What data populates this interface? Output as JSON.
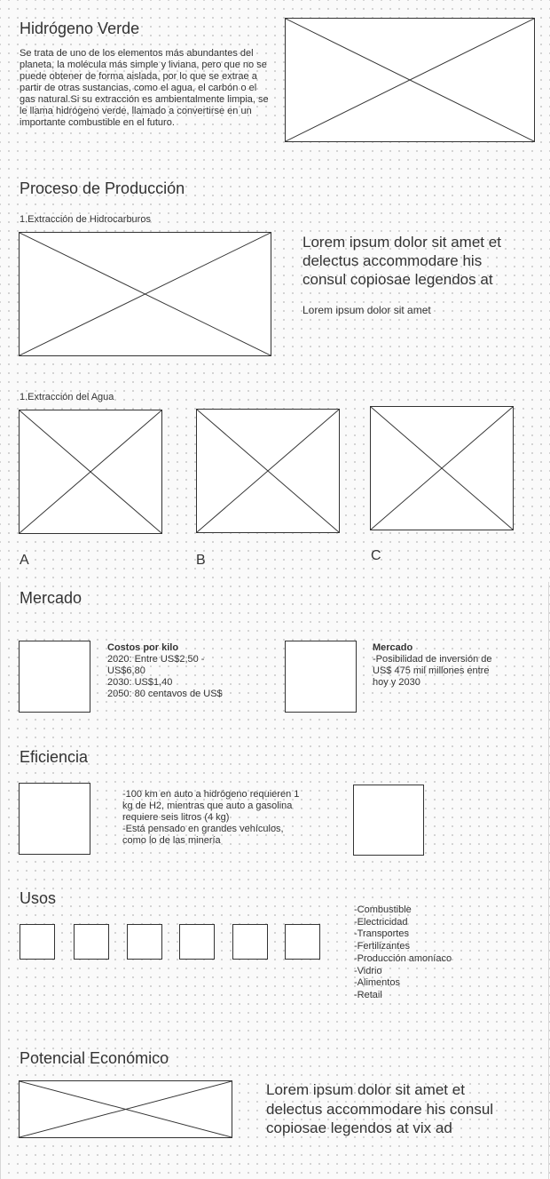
{
  "hero": {
    "title": "Hidrógeno Verde",
    "description": "Se trata de uno de los elementos más abundantes del planeta, la molécula más simple y liviana, pero que no se puede obtener de forma aislada, por lo que se extrae a partir de otras sustancias, como el agua, el carbón o el gas natural.Si su extracción es ambientalmente limpia, se le llama hidrógeno verde, llamado a convertirse en un importante combustible en el futuro."
  },
  "produccion": {
    "title": "Proceso de Producción",
    "step1_label": "1.Extracción de Hidrocarburos",
    "lorem_large": "Lorem ipsum dolor sit amet et delectus accommodare his consul copiosae legendos at",
    "lorem_small": "Lorem ipsum dolor sit amet",
    "step2_label": "1.Extracción del Agua",
    "images": [
      {
        "caption": "A"
      },
      {
        "caption": "B"
      },
      {
        "caption": "C"
      }
    ]
  },
  "mercado": {
    "title": "Mercado",
    "costos": {
      "title": "Costos por kilo",
      "lines": [
        "2020:  Entre US$2,50 -",
        "US$6,80",
        "2030:  US$1,40",
        "2050:  80 centavos de US$"
      ]
    },
    "mercado_card": {
      "title": "Mercado",
      "lines": [
        "-Posibilidad de inversión de",
        "US$ 475 mil millones entre",
        "hoy y 2030"
      ]
    }
  },
  "eficiencia": {
    "title": "Eficiencia",
    "lines": [
      "-100 km en auto a hidrógeno requieren 1",
      "kg de H2, mientras que auto a gasolina",
      "requiere seis litros (4 kg)",
      "-Está pensado en grandes vehículos,",
      "como lo de las minería"
    ]
  },
  "usos": {
    "title": "Usos",
    "items": [
      "-Combustible",
      "-Electricidad",
      "-Transportes",
      "-Fertilizantes",
      "-Producción amoníaco",
      "-Vidrio",
      "-Alimentos",
      "-Retail"
    ]
  },
  "potencial": {
    "title": "Potencial Económico",
    "lorem": "Lorem ipsum dolor sit amet et delectus accommodare his consul copiosae legendos at vix ad"
  }
}
